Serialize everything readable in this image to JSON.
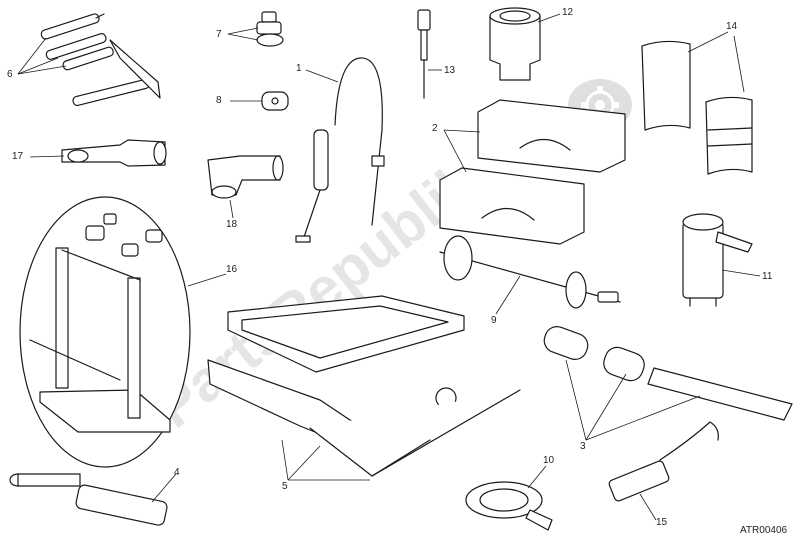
{
  "diagram": {
    "reference_code": "ATR00406",
    "watermark": {
      "text": "PartsRepublik",
      "icon": "gear-icon"
    },
    "callouts": [
      {
        "id": "c6",
        "label": "6"
      },
      {
        "id": "c7",
        "label": "7"
      },
      {
        "id": "c1",
        "label": "1"
      },
      {
        "id": "c13",
        "label": "13"
      },
      {
        "id": "c12",
        "label": "12"
      },
      {
        "id": "c14",
        "label": "14"
      },
      {
        "id": "c8",
        "label": "8"
      },
      {
        "id": "c2",
        "label": "2"
      },
      {
        "id": "c17",
        "label": "17"
      },
      {
        "id": "c18",
        "label": "18"
      },
      {
        "id": "c16",
        "label": "16"
      },
      {
        "id": "c11",
        "label": "11"
      },
      {
        "id": "c9",
        "label": "9"
      },
      {
        "id": "c4",
        "label": "4"
      },
      {
        "id": "c3",
        "label": "3"
      },
      {
        "id": "c10",
        "label": "10"
      },
      {
        "id": "c5",
        "label": "5"
      },
      {
        "id": "c15",
        "label": "15"
      }
    ]
  }
}
